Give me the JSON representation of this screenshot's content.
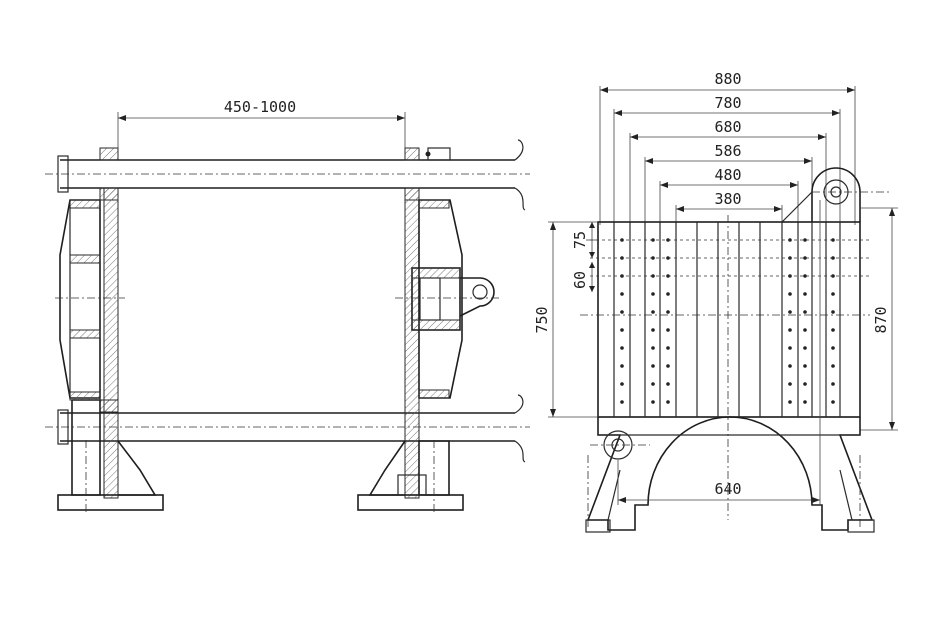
{
  "dimensions": {
    "left_span": "450-1000",
    "w880": "880",
    "w780": "780",
    "w680": "680",
    "w586": "586",
    "w480": "480",
    "w380": "380",
    "v75": "75",
    "v60": "60",
    "h750": "750",
    "h870": "870",
    "base640": "640"
  },
  "colors": {
    "line": "#2a2a2a",
    "background": "#ffffff"
  }
}
